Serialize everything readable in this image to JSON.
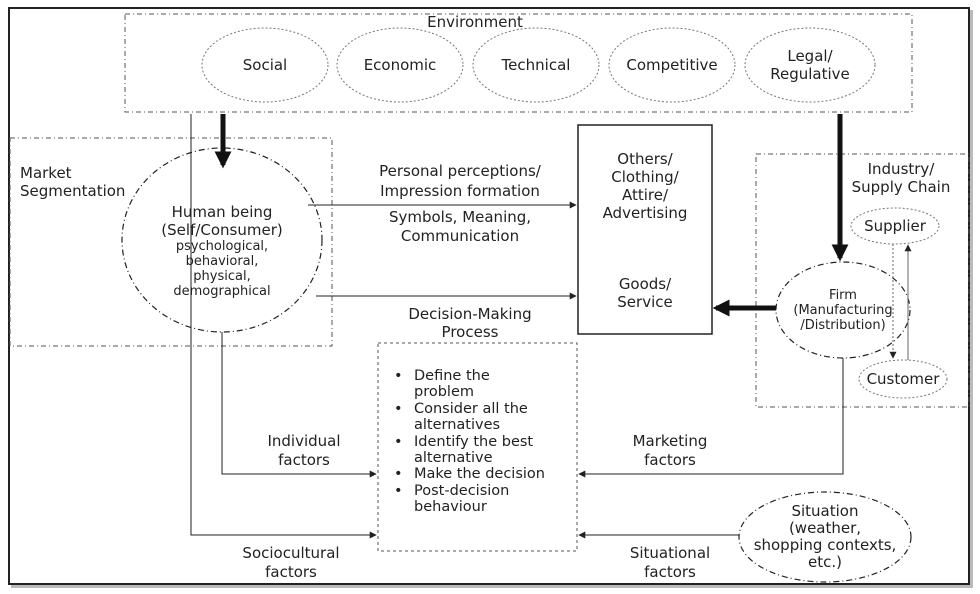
{
  "environment": {
    "title": "Environment",
    "factors": [
      "Social",
      "Economic",
      "Technical",
      "Competitive",
      "Legal/\nRegulative"
    ]
  },
  "market_segmentation": {
    "label": "Market\nSegmentation"
  },
  "human_being": {
    "title": "Human being\n(Self/Consumer)",
    "details": "psychological,\nbehavioral,\nphysical,\ndemographical"
  },
  "arrows": {
    "perceptions": "Personal perceptions/\nImpression formation",
    "symbols": "Symbols, Meaning,\nCommunication",
    "decision_process": "Decision-Making\nProcess",
    "individual": "Individual\nfactors",
    "sociocultural": "Sociocultural\nfactors",
    "marketing": "Marketing\nfactors",
    "situational": "Situational\nfactors"
  },
  "center_box": {
    "others": "Others/\nClothing/\nAttire/\nAdvertising",
    "goods": "Goods/\nService"
  },
  "industry": {
    "label": "Industry/\nSupply Chain",
    "supplier": "Supplier",
    "firm": "Firm\n(Manufacturing\n/Distribution)",
    "customer": "Customer"
  },
  "decision_steps": [
    "Define the\nproblem",
    "Consider all the\nalternatives",
    "Identify the best\nalternative",
    "Make the decision",
    "Post-decision\nbehaviour"
  ],
  "situation": {
    "label": "Situation\n(weather,\nshopping contexts,\netc.)"
  }
}
